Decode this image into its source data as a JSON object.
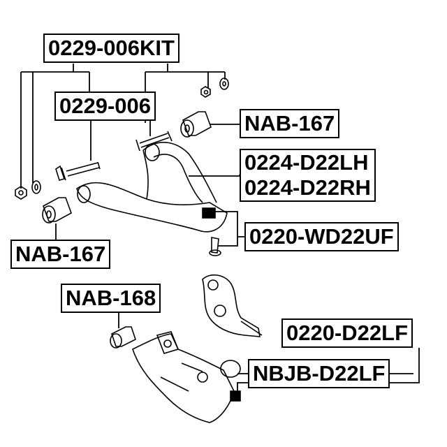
{
  "labels": {
    "kit": "0229-006KIT",
    "bolt": "0229-006",
    "bushing_upper_right": "NAB-167",
    "upper_arm_lh": "0224-D22LH",
    "upper_arm_rh": "0224-D22RH",
    "upper_ball_joint": "0220-WD22UF",
    "bushing_upper_left": "NAB-167",
    "bushing_lower": "NAB-168",
    "lower_arm": "0220-D22LF",
    "lower_ball_joint": "NBJB-D22LF"
  },
  "colors": {
    "line": "#000000",
    "background": "#ffffff"
  }
}
